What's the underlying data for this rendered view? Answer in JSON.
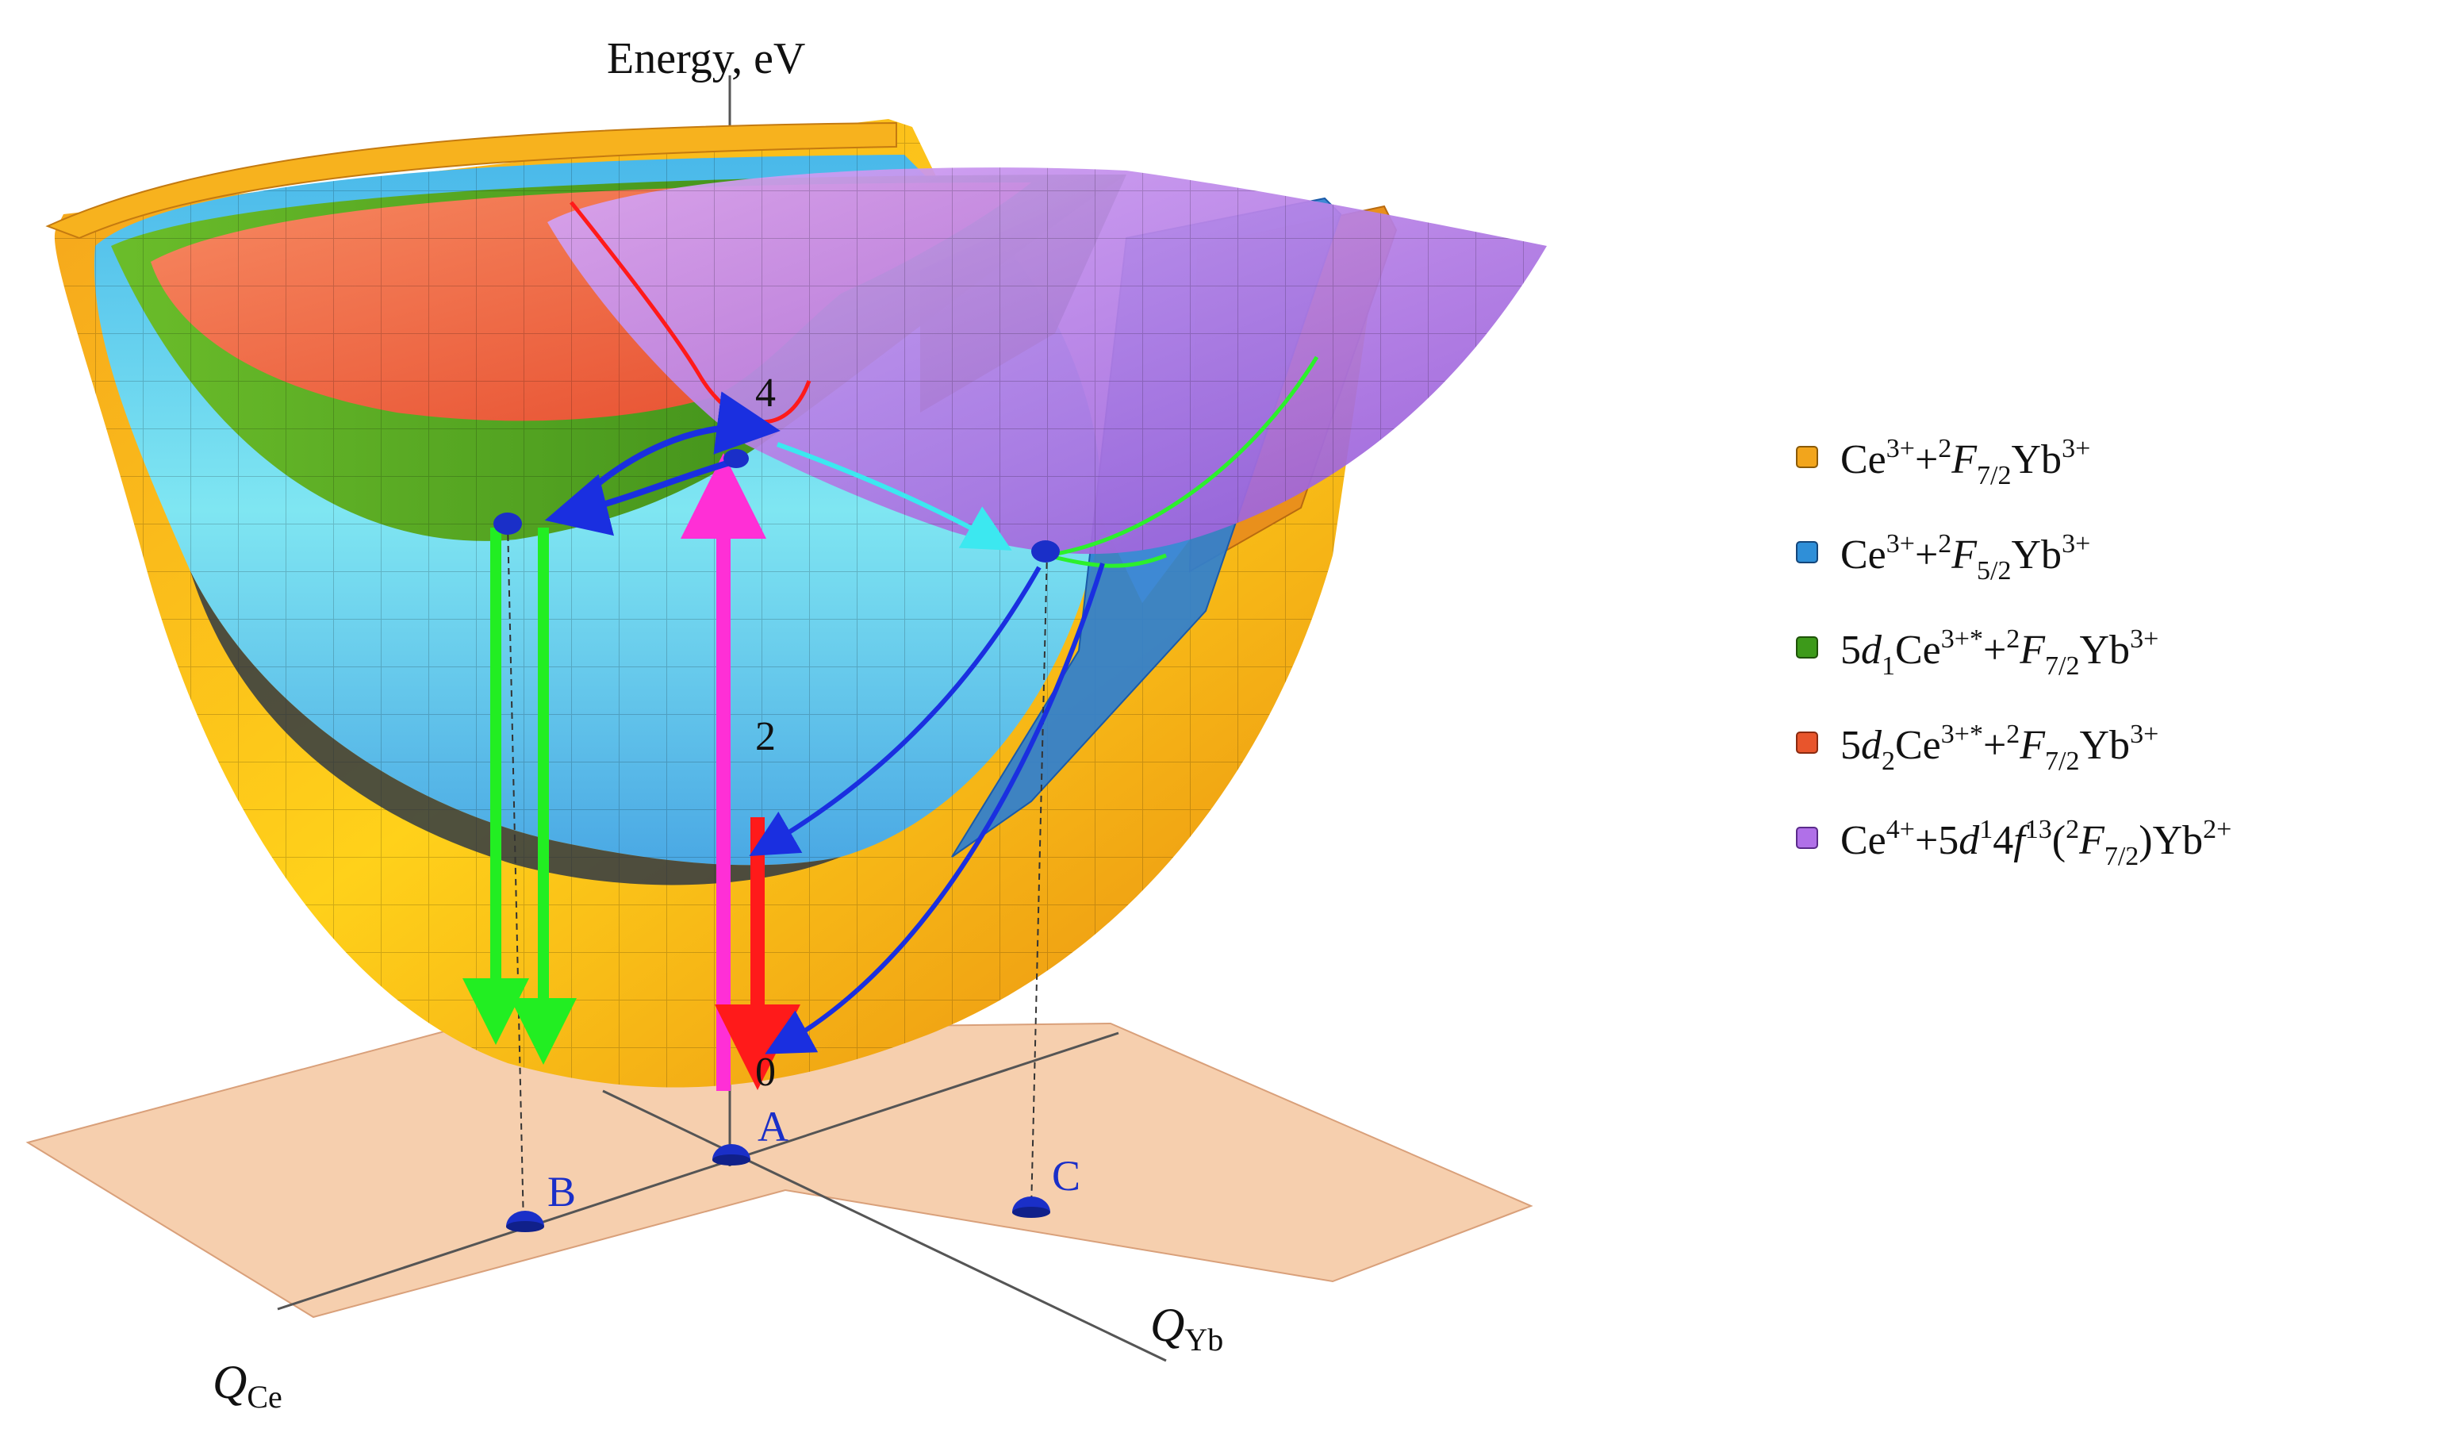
{
  "axes": {
    "energy_label": "Energy, eV",
    "ticks": [
      "0",
      "2",
      "4"
    ],
    "q_ce": {
      "main": "Q",
      "sub": "Ce"
    },
    "q_yb": {
      "main": "Q",
      "sub": "Yb"
    }
  },
  "points": [
    {
      "id": "A",
      "label": "A"
    },
    {
      "id": "B",
      "label": "B"
    },
    {
      "id": "C",
      "label": "C"
    }
  ],
  "legend": [
    {
      "color": "#f2a51c",
      "text": "Ce3++2F7/2Yb3+"
    },
    {
      "color": "#2f8fd8",
      "text": "Ce3++2F5/2Yb3+"
    },
    {
      "color": "#3d9a1a",
      "text": "5d1Ce3+*+2F7/2Yb3+"
    },
    {
      "color": "#e8552c",
      "text": "5d2Ce3+*+2F7/2Yb3+"
    },
    {
      "color": "#b070e8",
      "text": "Ce4++5d14f13(2F7/2)Yb2+"
    }
  ],
  "colors": {
    "ground_surface": "#f7b21e",
    "f52_surface": "#5cc8ee",
    "d1_surface": "#4e9e22",
    "d2_surface": "#ef6c46",
    "ct_surface": "#b678e6",
    "floor_plane": "#f6cfae",
    "arrow_excitation": "#ff2fd6",
    "arrow_emission_red": "#ff1a1a",
    "arrow_emission_green": "#22ee22",
    "arrow_path_blue": "#1a2fe0",
    "arrow_path_cyan": "#3ce8f0",
    "point_marker": "#1a2fc8"
  }
}
